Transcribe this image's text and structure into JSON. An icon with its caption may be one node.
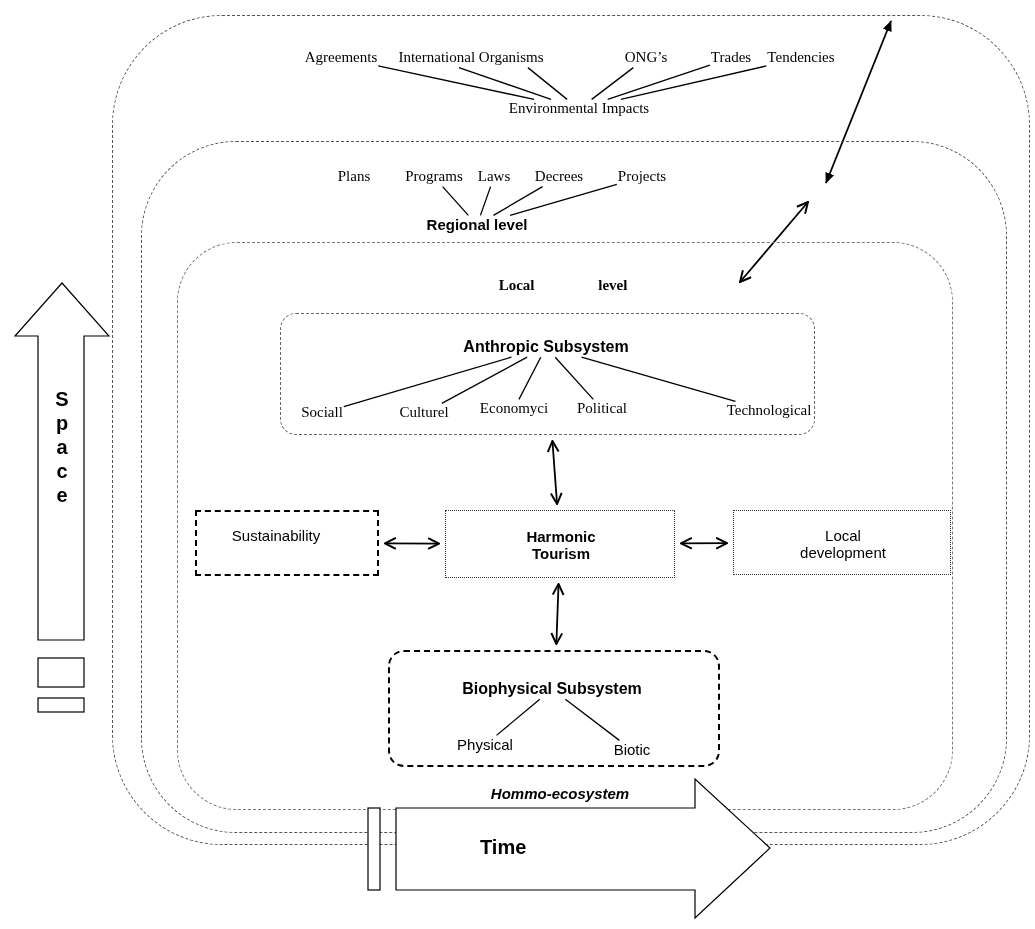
{
  "diagram": {
    "nodes": [
      {
        "text": [],
        "shape": "box"
      },
      {
        "text": [],
        "shape": "box",
        "in": 0
      },
      {
        "text": [
          "Local level",
          "Hommo-ecosystem"
        ],
        "in": 1
      },
      {
        "text": [
          "Agreements"
        ],
        "in": 0
      },
      {
        "text": [
          "International Organisms"
        ],
        "in": 0
      },
      {
        "text": [
          "ONG’s"
        ],
        "in": 0
      },
      {
        "text": [
          "Trades"
        ],
        "in": 0
      },
      {
        "text": [
          "Tendencies"
        ],
        "in": 0
      },
      {
        "text": [
          "Environmental Impacts"
        ],
        "in": 0
      },
      {
        "text": [
          "Plans"
        ],
        "in": 1
      },
      {
        "text": [
          "Programs"
        ],
        "in": 1
      },
      {
        "text": [
          "Laws"
        ],
        "in": 1
      },
      {
        "text": [
          "Decrees"
        ],
        "in": 1
      },
      {
        "text": [
          "Projects"
        ],
        "in": 1
      },
      {
        "text": [
          "Regional level"
        ],
        "in": 1
      },
      {
        "text": [],
        "shape": "box",
        "in": 2
      },
      {
        "text": [
          "Anthropic Subsystem"
        ],
        "in": 15
      },
      {
        "text": [
          "Sociall"
        ],
        "in": 15
      },
      {
        "text": [
          "Culturel"
        ],
        "in": 15
      },
      {
        "text": [
          "Economyci"
        ],
        "in": 15
      },
      {
        "text": [
          "Political"
        ],
        "in": 15
      },
      {
        "text": [
          "Technological"
        ],
        "in": 15
      },
      {
        "text": [
          "Sustainability"
        ],
        "in": 2
      },
      {
        "text": [
          "Harmonic Tourism"
        ],
        "in": 2
      },
      {
        "text": [
          "Local development"
        ],
        "in": 2
      },
      {
        "text": [],
        "shape": "box",
        "in": 2
      },
      {
        "text": [
          "Biophysical Subsystem"
        ],
        "in": 25
      },
      {
        "text": [
          "Physical"
        ],
        "in": 25
      },
      {
        "text": [
          "Biotic"
        ],
        "in": 25
      },
      {
        "text": [
          "Space"
        ]
      },
      {
        "text": [
          "Time"
        ]
      }
    ],
    "edges": [
      {
        "from": 3,
        "to": 8,
        "arrow": "none"
      },
      {
        "from": 4,
        "to": 8,
        "arrow": "none"
      },
      {
        "from": 4,
        "to": 8,
        "arrow": "none"
      },
      {
        "from": 5,
        "to": 8,
        "arrow": "none"
      },
      {
        "from": 6,
        "to": 8,
        "arrow": "none"
      },
      {
        "from": 7,
        "to": 8,
        "arrow": "none"
      },
      {
        "from": 10,
        "to": 14,
        "arrow": "none"
      },
      {
        "from": 11,
        "to": 14,
        "arrow": "none"
      },
      {
        "from": 12,
        "to": 14,
        "arrow": "none"
      },
      {
        "from": 13,
        "to": 14,
        "arrow": "none"
      },
      {
        "from": 1,
        "to": 0,
        "arrow": "both"
      },
      {
        "from": 2,
        "to": 1,
        "arrow": "both"
      },
      {
        "from": 16,
        "to": 17,
        "arrow": "none"
      },
      {
        "from": 16,
        "to": 18,
        "arrow": "none"
      },
      {
        "from": 16,
        "to": 19,
        "arrow": "none"
      },
      {
        "from": 16,
        "to": 20,
        "arrow": "none"
      },
      {
        "from": 16,
        "to": 21,
        "arrow": "none"
      },
      {
        "from": 15,
        "to": 23,
        "arrow": "both"
      },
      {
        "from": 22,
        "to": 23,
        "arrow": "both"
      },
      {
        "from": 23,
        "to": 24,
        "arrow": "both"
      },
      {
        "from": 23,
        "to": 25,
        "arrow": "both"
      },
      {
        "from": 26,
        "to": 27,
        "arrow": "none"
      },
      {
        "from": 26,
        "to": 28,
        "arrow": "none"
      }
    ]
  }
}
